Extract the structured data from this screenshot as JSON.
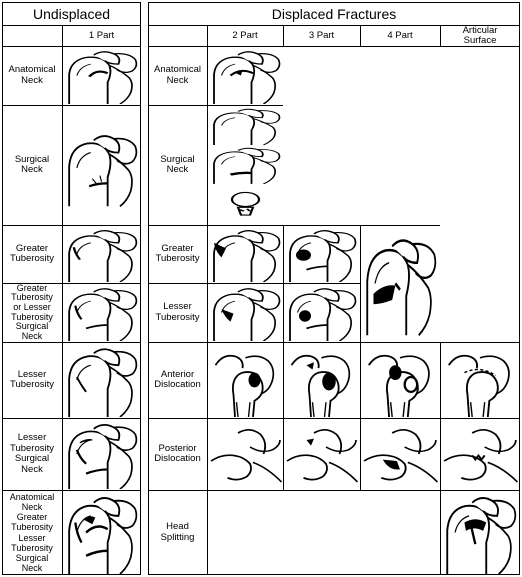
{
  "undisplaced": {
    "heading": "Undisplaced",
    "part_header": "1 Part",
    "rows": [
      {
        "label": "Anatomical\nNeck"
      },
      {
        "label": "Surgical\nNeck"
      },
      {
        "label": "Greater\nTuberosity"
      },
      {
        "label": "Greater\nTuberosity\nor Lesser\nTuberosity\nSurgical\nNeck"
      },
      {
        "label": "Lesser\nTuberosity"
      },
      {
        "label": "Lesser\nTuberosity\nSurgical\nNeck"
      },
      {
        "label": "Anatomical\nNeck\nGreater\nTuberosity\nLesser\nTuberosity\nSurgical\nNeck"
      }
    ]
  },
  "displaced": {
    "heading": "Displaced Fractures",
    "part_headers": [
      "2 Part",
      "3 Part",
      "4 Part",
      "Articular\nSurface"
    ],
    "rows": [
      {
        "label": "Anatomical\nNeck"
      },
      {
        "label": "Surgical\nNeck"
      },
      {
        "label": "Greater\nTuberosity"
      },
      {
        "label": "Lesser\nTuberosity"
      },
      {
        "label": "Anterior\nDislocation"
      },
      {
        "label": "Posterior\nDislocation"
      },
      {
        "label": "Head\nSplitting"
      }
    ]
  }
}
